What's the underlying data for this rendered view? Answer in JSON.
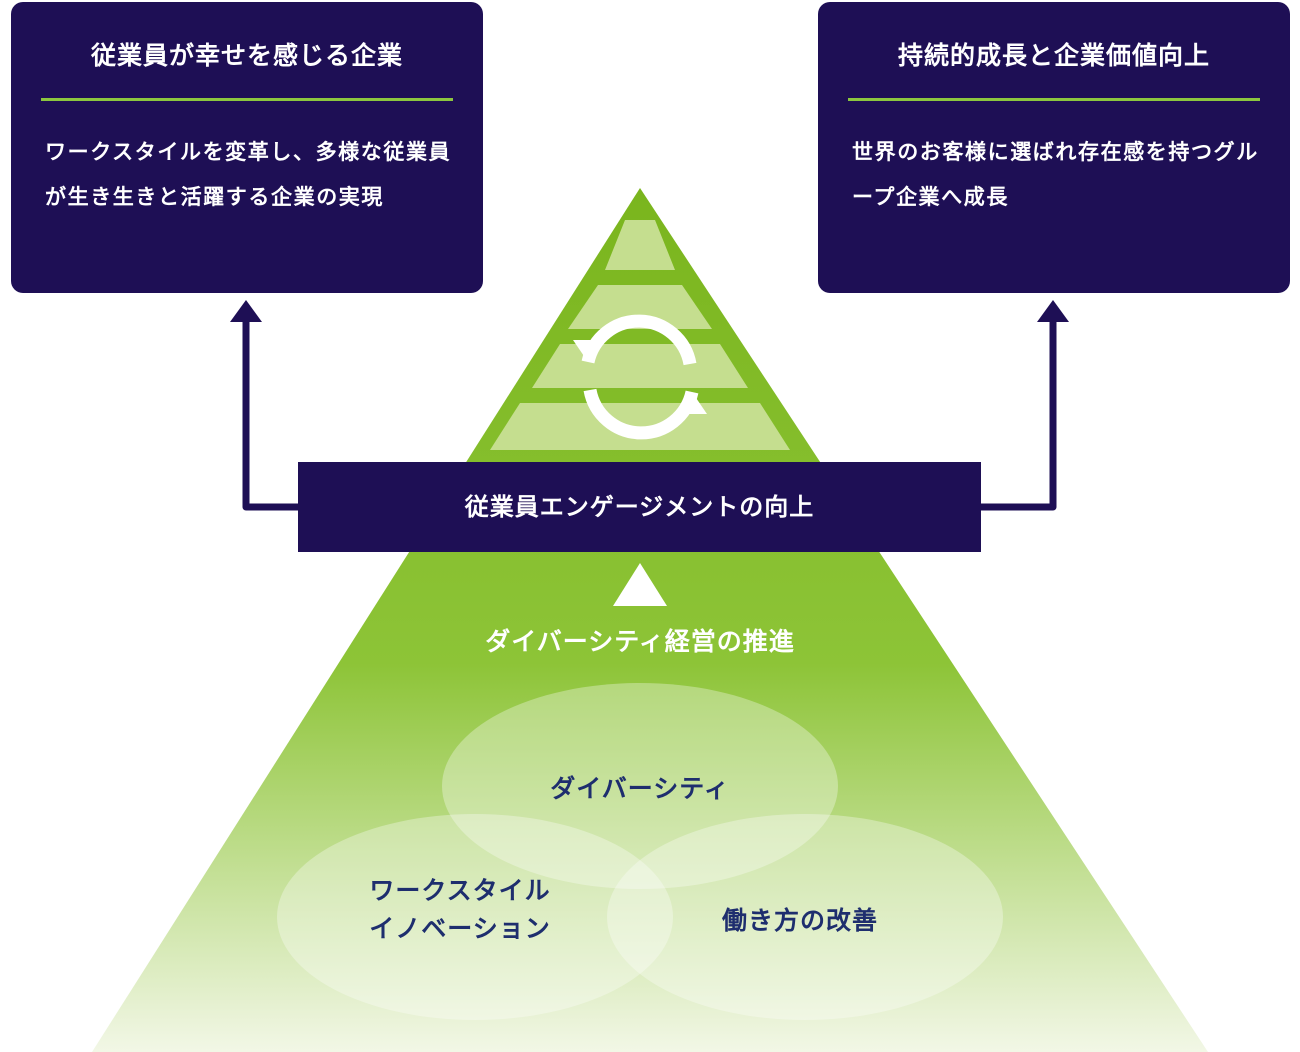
{
  "left_box": {
    "title": "従業員が幸せを感じる企業",
    "body": "ワークスタイルを変革し、多様な従業員が生き生きと活躍する企業の実現"
  },
  "right_box": {
    "title": "持続的成長と企業価値向上",
    "body": "世界のお客様に選ばれ存在感を持つグループ企業へ成長"
  },
  "band": {
    "label": "従業員エンゲージメントの向上"
  },
  "pyramid": {
    "promotion_label": "ダイバーシティ経営の推進"
  },
  "venn": {
    "diversity": "ダイバーシティ",
    "workstyle": "ワークスタイル\nイノベーション",
    "improvement": "働き方の改善"
  },
  "colors": {
    "navy": "#1e0f55",
    "green": "#7ab51d",
    "light_green": "#c5de8f",
    "accent_line": "#8cc63f",
    "venn_text": "#1e2e6e"
  },
  "icons": {
    "cycle": "refresh-cycle-icon",
    "up": "triangle-up-icon"
  }
}
